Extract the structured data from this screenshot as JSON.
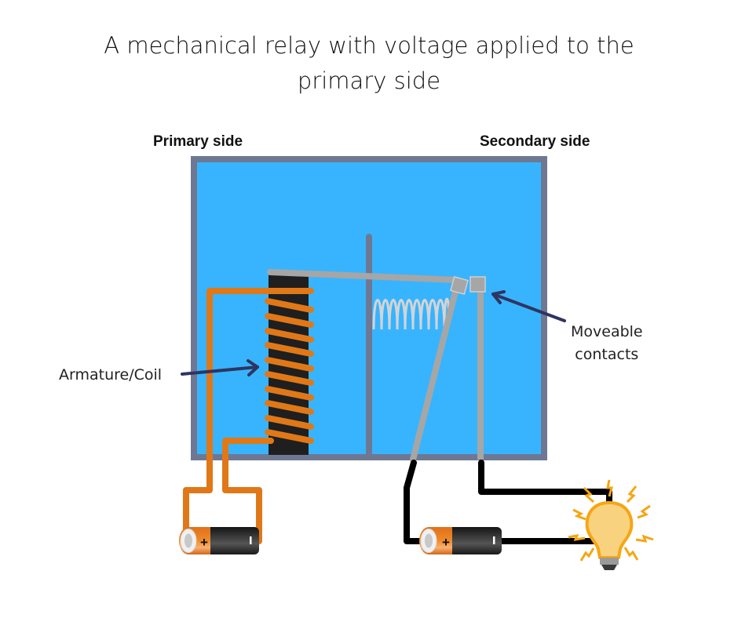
{
  "title_line1": "A mechanical relay with voltage applied to the",
  "title_line2": "primary side",
  "labels": {
    "primary": "Primary side",
    "secondary": "Secondary side",
    "armature": "Armature/Coil",
    "contacts_line1": "Moveable",
    "contacts_line2": "contacts"
  },
  "battery": {
    "plus_symbol": "+",
    "minus_symbol": "|"
  },
  "colors": {
    "relay_fill": "#38b4ff",
    "relay_border": "#6e7893",
    "coil_wire": "#e07818",
    "core": "#1f1f1f",
    "armature_arm": "#a6a6a6",
    "spring": "#d4d4d4",
    "circuit_wire": "#000000",
    "arrow": "#2e3560",
    "bulb_glow": "#f5a614",
    "bulb_fill": "#f8d27e"
  },
  "state": {
    "coil_energized": true,
    "contacts_closed": true,
    "bulb_lit": true
  }
}
